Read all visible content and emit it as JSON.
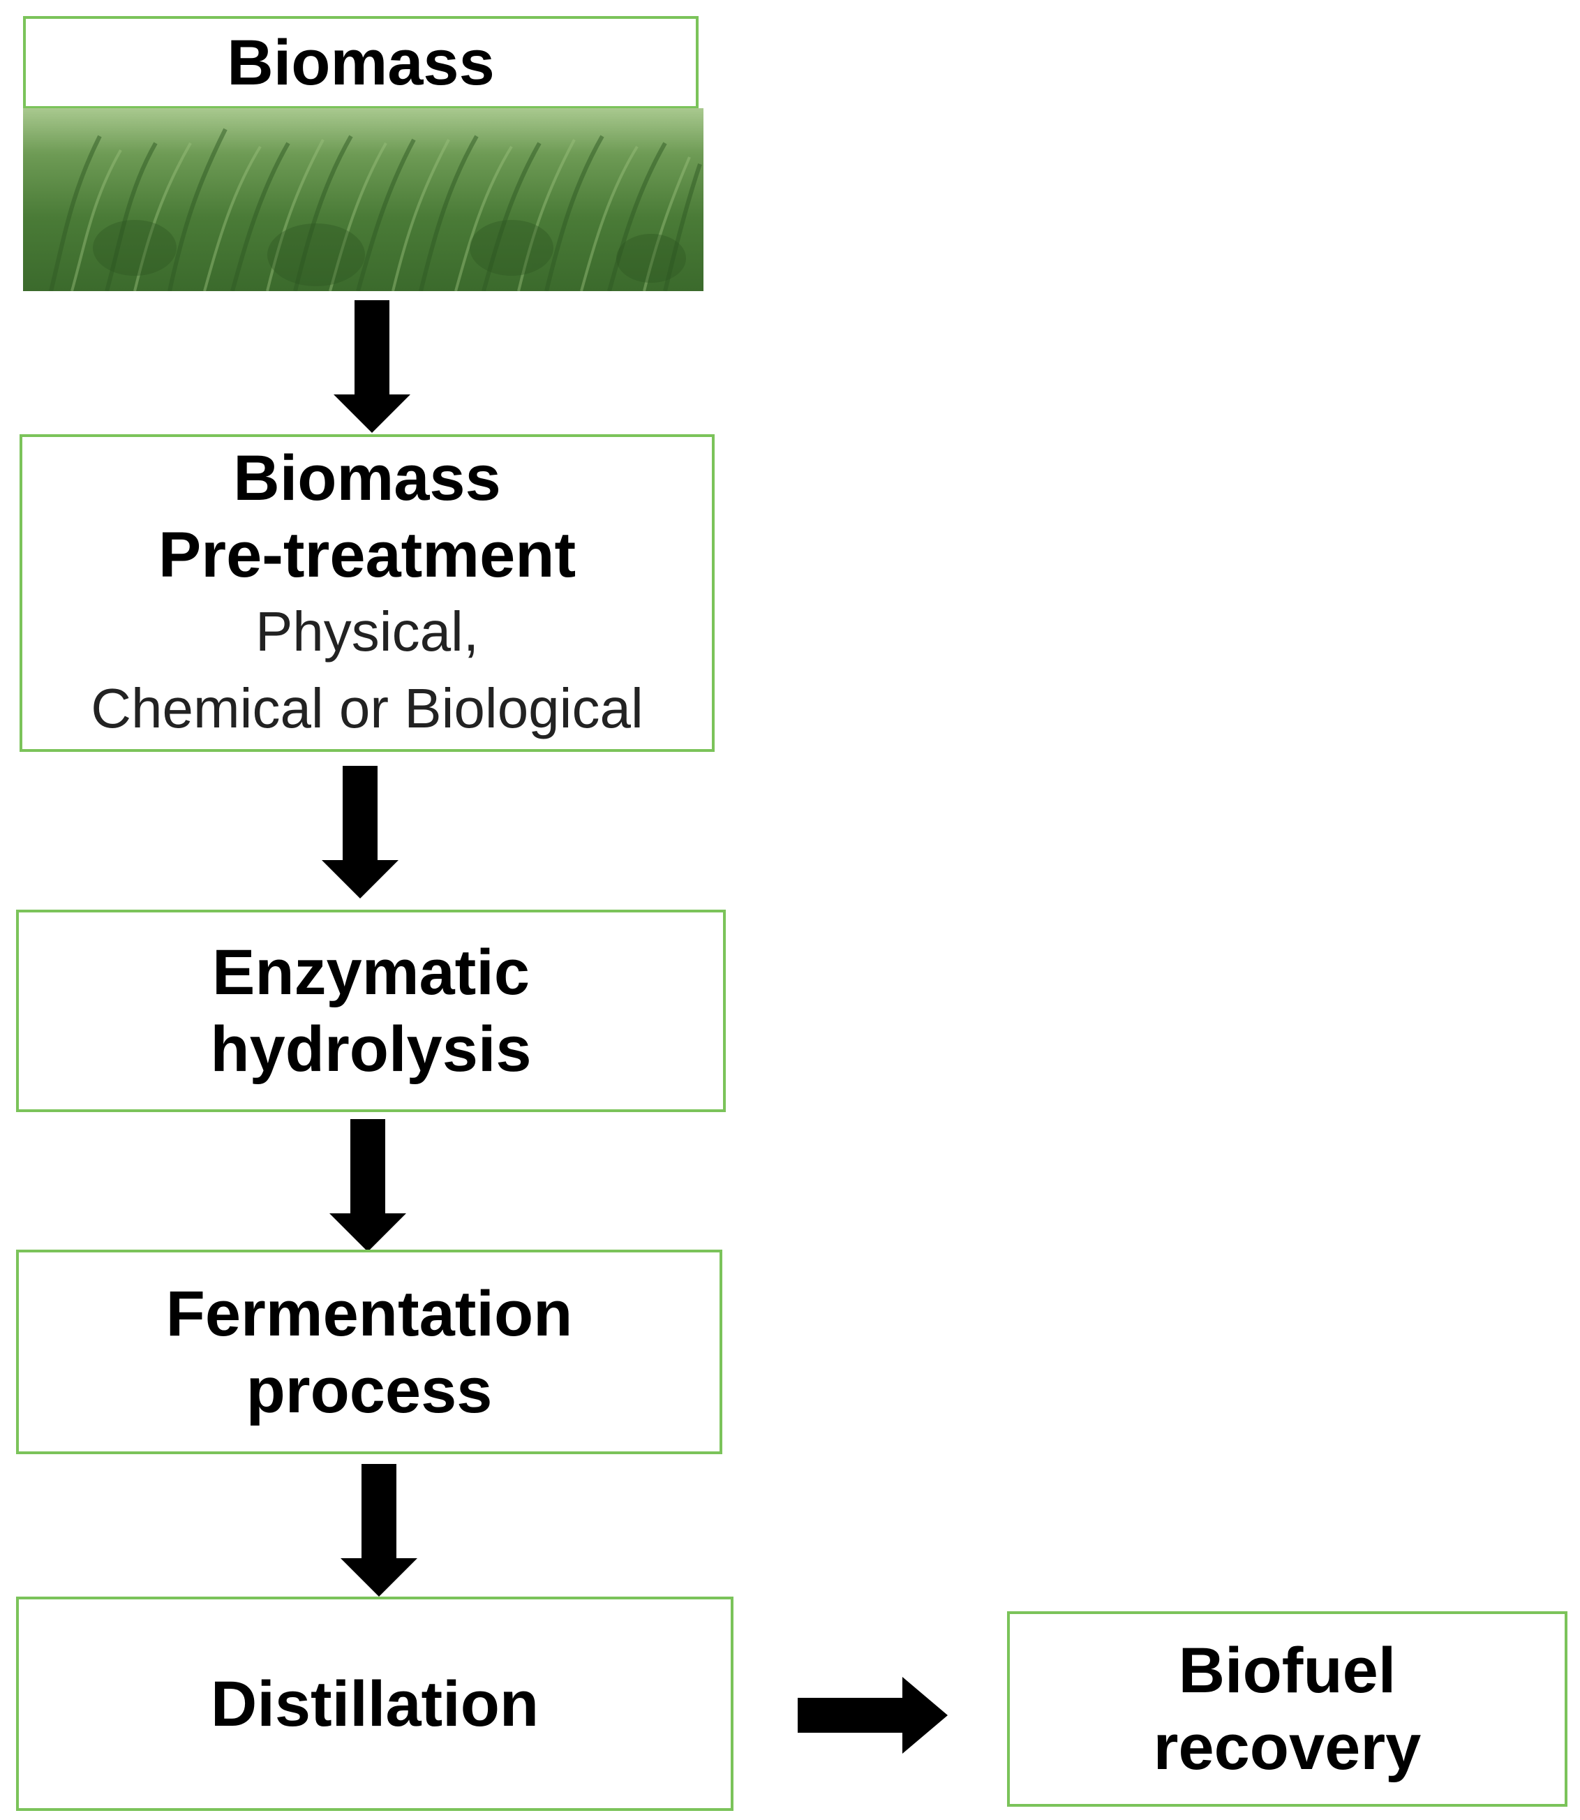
{
  "steps": {
    "biomass": {
      "title": "Biomass"
    },
    "pretreatment": {
      "title_line1": "Biomass",
      "title_line2": "Pre-treatment",
      "detail_line1": "Physical,",
      "detail_line2": "Chemical or Biological"
    },
    "hydrolysis": {
      "line1": "Enzymatic",
      "line2": "hydrolysis"
    },
    "fermentation": {
      "line1": "Fermentation",
      "line2": "process"
    },
    "distillation": {
      "label": "Distillation"
    },
    "recovery": {
      "line1": "Biofuel",
      "line2": "recovery"
    }
  },
  "colors": {
    "box_border": "#7bc35a",
    "arrow": "#000000"
  },
  "icons": {
    "biomass_image": "grass-field-photo",
    "flow_arrow": "arrow-icon"
  }
}
